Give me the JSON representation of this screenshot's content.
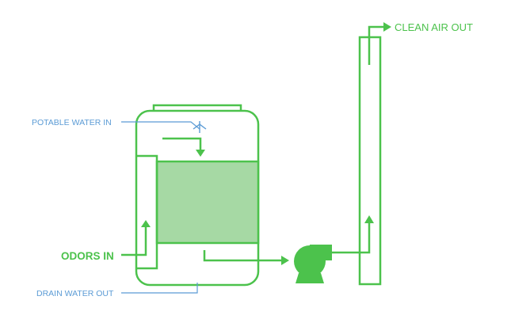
{
  "labels": {
    "clean_air_out": "CLEAN AIR OUT",
    "potable_water_in": "POTABLE WATER IN",
    "odors_in": "ODORS IN",
    "drain_water_out": "DRAIN WATER OUT"
  },
  "colors": {
    "process_green": "#4cc24c",
    "media_fill": "#a6d9a4",
    "water_blue": "#5b9bd5",
    "background": "#ffffff"
  }
}
